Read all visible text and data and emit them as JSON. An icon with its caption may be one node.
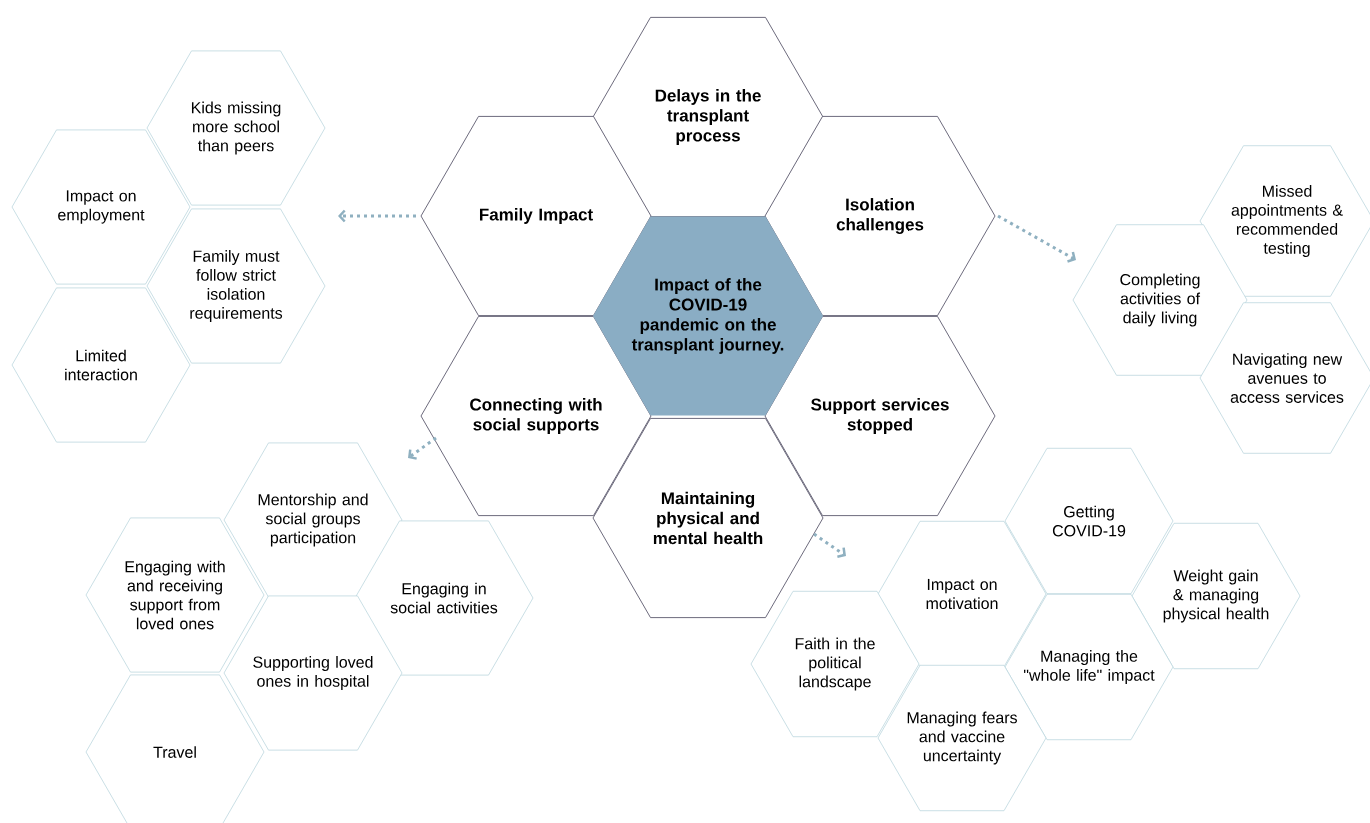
{
  "diagram": {
    "nodes": [
      {
        "text": [
          "Impact of the COVID-19 pandemic on the transplant journey."
        ]
      },
      {
        "text": [
          "Delays in the transplant process"
        ]
      },
      {
        "text": [
          "Family Impact"
        ]
      },
      {
        "text": [
          "Isolation challenges"
        ]
      },
      {
        "text": [
          "Connecting with social supports"
        ]
      },
      {
        "text": [
          "Support services stopped"
        ]
      },
      {
        "text": [
          "Maintaining physical and mental health"
        ]
      },
      {
        "text": [
          "Kids missing more school than peers"
        ]
      },
      {
        "text": [
          "Impact on employment"
        ]
      },
      {
        "text": [
          "Family must follow strict isolation requirements"
        ]
      },
      {
        "text": [
          "Limited interaction"
        ]
      },
      {
        "text": [
          "Missed appointments & recommended testing"
        ]
      },
      {
        "text": [
          "Completing activities of daily living"
        ]
      },
      {
        "text": [
          "Navigating new avenues to access services"
        ]
      },
      {
        "text": [
          "Mentorship and social groups participation"
        ]
      },
      {
        "text": [
          "Engaging with and receiving support from loved ones"
        ]
      },
      {
        "text": [
          "Engaging in social activities"
        ]
      },
      {
        "text": [
          "Supporting loved ones in hospital"
        ]
      },
      {
        "text": [
          "Travel"
        ]
      },
      {
        "text": [
          "Getting COVID-19"
        ]
      },
      {
        "text": [
          "Impact on motivation"
        ]
      },
      {
        "text": [
          "Weight gain & managing physical health"
        ]
      },
      {
        "text": [
          "Faith in the political landscape"
        ]
      },
      {
        "text": [
          "Managing the \"whole life\" impact"
        ]
      },
      {
        "text": [
          "Managing fears and vaccine uncertainty"
        ]
      }
    ],
    "edges": [
      {
        "from": 2,
        "to": null,
        "arrow": "to"
      },
      {
        "from": 3,
        "to": null,
        "arrow": "to"
      },
      {
        "from": 4,
        "to": null,
        "arrow": "to"
      },
      {
        "from": 6,
        "to": null,
        "arrow": "to"
      }
    ]
  }
}
